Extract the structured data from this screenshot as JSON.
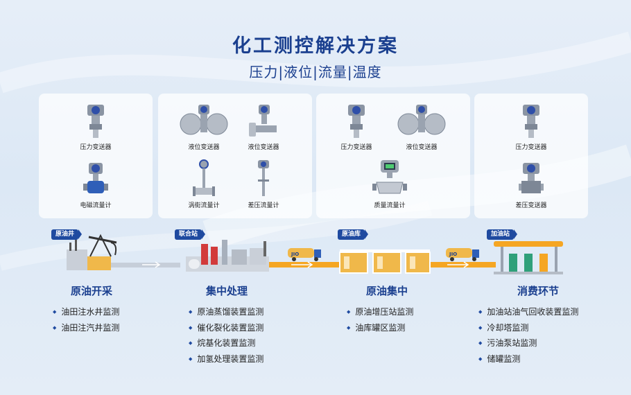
{
  "header": {
    "title": "化工测控解决方案",
    "subtitle": "压力|液位|流量|温度"
  },
  "panels": [
    {
      "devices": [
        {
          "label": "压力变送器",
          "icon": "pressure-transmitter-icon"
        },
        {
          "label": "电磁流量计",
          "icon": "electromagnetic-flowmeter-icon"
        }
      ]
    },
    {
      "devices": [
        {
          "label": "液位变送器",
          "icon": "flange-level-transmitter-icon"
        },
        {
          "label": "液位变送器",
          "icon": "single-flange-level-transmitter-icon"
        },
        {
          "label": "涡街流量计",
          "icon": "vortex-flowmeter-icon"
        },
        {
          "label": "差压流量计",
          "icon": "differential-pressure-flowmeter-icon"
        }
      ]
    },
    {
      "devices": [
        {
          "label": "压力变送器",
          "icon": "pressure-transmitter-icon"
        },
        {
          "label": "液位变送器",
          "icon": "flange-level-transmitter-icon"
        },
        {
          "label": "质量流量计",
          "icon": "mass-flowmeter-icon"
        }
      ]
    },
    {
      "devices": [
        {
          "label": "压力变送器",
          "icon": "pressure-transmitter-icon"
        },
        {
          "label": "差压变送器",
          "icon": "differential-pressure-transmitter-icon"
        }
      ]
    }
  ],
  "stages": [
    {
      "tag": "原油井",
      "title": "原油开采",
      "items": [
        "油田注水井监测",
        "油田注汽井监测"
      ]
    },
    {
      "tag": "联合站",
      "title": "集中处理",
      "items": [
        "原油蒸馏装置监测",
        "催化裂化装置监测",
        "烷基化装置监测",
        "加氢处理装置监测"
      ]
    },
    {
      "tag": "原油库",
      "title": "原油集中",
      "items": [
        "原油增压站监测",
        "油库罐区监测"
      ]
    },
    {
      "tag": "加油站",
      "title": "消费环节",
      "items": [
        "加油站油气回收装置监测",
        "冷却塔监测",
        "污油泵站监测",
        "储罐监测"
      ]
    }
  ],
  "truck_labels": [
    "JIO",
    "JIO"
  ],
  "colors": {
    "brand": "#1a3f8f",
    "tag": "#1f4aa0",
    "pipe": "#f5a623",
    "tank": "#f0b84a"
  }
}
